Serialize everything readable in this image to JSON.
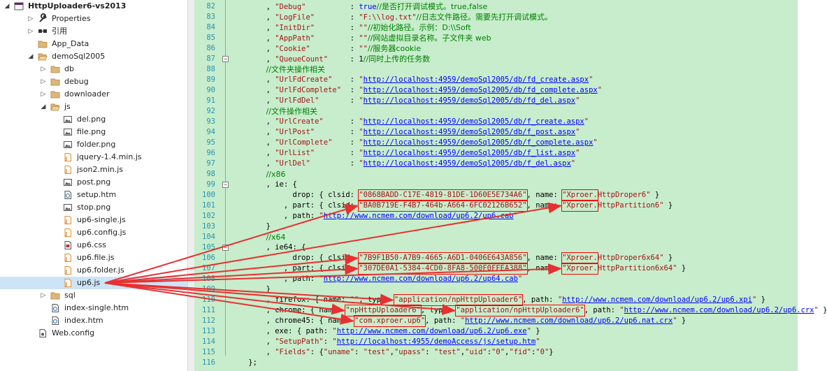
{
  "tree": [
    {
      "label": "HttpUploader6-vs2013",
      "depth": 0,
      "exp": "open",
      "icon": "solution-icon",
      "bold": true
    },
    {
      "label": "Properties",
      "depth": 1,
      "exp": "closed",
      "icon": "wrench-icon"
    },
    {
      "label": "引用",
      "depth": 1,
      "exp": "closed",
      "icon": "references-icon"
    },
    {
      "label": "App_Data",
      "depth": 1,
      "exp": "none",
      "icon": "folder-icon"
    },
    {
      "label": "demoSql2005",
      "depth": 1,
      "exp": "open",
      "icon": "folder-open-icon"
    },
    {
      "label": "db",
      "depth": 2,
      "exp": "closed",
      "icon": "folder-icon"
    },
    {
      "label": "debug",
      "depth": 2,
      "exp": "closed",
      "icon": "folder-icon"
    },
    {
      "label": "downloader",
      "depth": 2,
      "exp": "closed",
      "icon": "folder-icon"
    },
    {
      "label": "js",
      "depth": 2,
      "exp": "open",
      "icon": "folder-open-icon"
    },
    {
      "label": "del.png",
      "depth": 3,
      "exp": "none",
      "icon": "image-file-icon"
    },
    {
      "label": "file.png",
      "depth": 3,
      "exp": "none",
      "icon": "image-file-icon"
    },
    {
      "label": "folder.png",
      "depth": 3,
      "exp": "none",
      "icon": "image-file-icon"
    },
    {
      "label": "jquery-1.4.min.js",
      "depth": 3,
      "exp": "none",
      "icon": "js-file-icon"
    },
    {
      "label": "json2.min.js",
      "depth": 3,
      "exp": "none",
      "icon": "js-file-icon"
    },
    {
      "label": "post.png",
      "depth": 3,
      "exp": "none",
      "icon": "image-file-icon"
    },
    {
      "label": "setup.htm",
      "depth": 3,
      "exp": "none",
      "icon": "html-file-icon"
    },
    {
      "label": "stop.png",
      "depth": 3,
      "exp": "none",
      "icon": "image-file-icon"
    },
    {
      "label": "up6-single.js",
      "depth": 3,
      "exp": "none",
      "icon": "js-file-icon"
    },
    {
      "label": "up6.config.js",
      "depth": 3,
      "exp": "none",
      "icon": "js-file-icon"
    },
    {
      "label": "up6.css",
      "depth": 3,
      "exp": "none",
      "icon": "css-file-icon"
    },
    {
      "label": "up6.file.js",
      "depth": 3,
      "exp": "none",
      "icon": "js-file-icon"
    },
    {
      "label": "up6.folder.js",
      "depth": 3,
      "exp": "none",
      "icon": "js-file-icon"
    },
    {
      "label": "up6.js",
      "depth": 3,
      "exp": "none",
      "icon": "js-file-icon",
      "selected": true
    },
    {
      "label": "sql",
      "depth": 2,
      "exp": "closed",
      "icon": "folder-icon"
    },
    {
      "label": "index-single.htm",
      "depth": 2,
      "exp": "none",
      "icon": "html-file-icon"
    },
    {
      "label": "index.htm",
      "depth": 2,
      "exp": "none",
      "icon": "html-file-icon"
    },
    {
      "label": "Web.config",
      "depth": 1,
      "exp": "none",
      "icon": "config-file-icon"
    }
  ],
  "code": [
    {
      "n": "82",
      "h": "        , <span class=\"s\">\"Debug\"</span>          : <span class=\"k\">true</span><span class=\"c\">//是否打开调试模式。true,false</span>"
    },
    {
      "n": "83",
      "h": "        , <span class=\"s\">\"LogFile\"</span>        : <span class=\"s\">\"F:\\\\log.txt\"</span><span class=\"c\">//日志文件路径。需要先打开调试模式。</span>"
    },
    {
      "n": "84",
      "h": "        , <span class=\"s\">\"InitDir\"</span>        : <span class=\"s\">\"\"</span><span class=\"c\">//初始化路径。示例：D:\\\\Soft</span>"
    },
    {
      "n": "85",
      "h": "        , <span class=\"s\">\"AppPath\"</span>        : <span class=\"s\">\"\"</span><span class=\"c\">//网站虚拟目录名称。子文件夹 web</span>"
    },
    {
      "n": "86",
      "h": "        , <span class=\"s\">\"Cookie\"</span>         : <span class=\"s\">\"\"</span><span class=\"c\">//服务器cookie</span>"
    },
    {
      "n": "87",
      "h": "        , <span class=\"s\">\"QueueCount\"</span>     : 1<span class=\"c\">//同时上传的任务数</span>"
    },
    {
      "n": "88",
      "h": "        <span class=\"c\">//文件夹操作相关</span>"
    },
    {
      "n": "89",
      "h": "        , <span class=\"s\">\"UrlFdCreate\"</span>    : <span class=\"s\">\"<span class=\"u\">http://localhost:4959/demoSql2005/db/fd_create.aspx</span>\"</span>"
    },
    {
      "n": "90",
      "h": "        , <span class=\"s\">\"UrlFdComplete\"</span>  : <span class=\"s\">\"<span class=\"u\">http://localhost:4959/demoSql2005/db/fd_complete.aspx</span>\"</span>"
    },
    {
      "n": "91",
      "h": "        , <span class=\"s\">\"UrlFdDel\"</span>       : <span class=\"s\">\"<span class=\"u\">http://localhost:4959/demoSql2005/db/fd_del.aspx</span>\"</span>"
    },
    {
      "n": "92",
      "h": "        <span class=\"c\">//文件操作相关</span>"
    },
    {
      "n": "93",
      "h": "        , <span class=\"s\">\"UrlCreate\"</span>      : <span class=\"s\">\"<span class=\"u\">http://localhost:4959/demoSql2005/db/f_create.aspx</span>\"</span>"
    },
    {
      "n": "94",
      "h": "        , <span class=\"s\">\"UrlPost\"</span>        : <span class=\"s\">\"<span class=\"u\">http://localhost:4959/demoSql2005/db/f_post.aspx</span>\"</span>"
    },
    {
      "n": "95",
      "h": "        , <span class=\"s\">\"UrlComplete\"</span>    : <span class=\"s\">\"<span class=\"u\">http://localhost:4959/demoSql2005/db/f_complete.aspx</span>\"</span>"
    },
    {
      "n": "96",
      "h": "        , <span class=\"s\">\"UrlList\"</span>        : <span class=\"s\">\"<span class=\"u\">http://localhost:4959/demoSql2005/db/f_list.aspx</span>\"</span>"
    },
    {
      "n": "97",
      "h": "        , <span class=\"s\">\"UrlDel\"</span>         : <span class=\"s\">\"<span class=\"u\">http://localhost:4959/demoSql2005/db/f_del.aspx</span>\"</span>"
    },
    {
      "n": "98",
      "h": "        <span class=\"c\">//x86</span>"
    },
    {
      "n": "99",
      "h": "        , ie: {"
    },
    {
      "n": "100",
      "h": "              drop: { clsid: <span class=\"s\">\"0868BADD-C17E-4819-81DE-1D60E5E734A6\"</span>, name: <span class=\"s\">\"Xproer.HttpDroper6\"</span> }"
    },
    {
      "n": "101",
      "h": "            , part: { clsid: <span class=\"s\">\"BA0B719E-F4B7-464b-A664-6FC02126B652\"</span>, name: <span class=\"s\">\"Xproer.HttpPartition6\"</span> }"
    },
    {
      "n": "102",
      "h": "            , path: <span class=\"s\">\"<span class=\"u\">http://www.ncmem.com/download/up6.2/up6.cab</span>\"</span>"
    },
    {
      "n": "103",
      "h": "        }"
    },
    {
      "n": "104",
      "h": "        <span class=\"c\">//x64</span>"
    },
    {
      "n": "105",
      "h": "        , ie64: {"
    },
    {
      "n": "106",
      "h": "              drop: { clsid: <span class=\"s\">\"7B9F1B50-A7B9-4665-A6D1-0406E643A856\"</span>, name: <span class=\"s\">\"Xproer.HttpDroper6x64\"</span> }"
    },
    {
      "n": "107",
      "h": "            , part: { clsid: <span class=\"s\">\"307DE0A1-5384-4CD0-8FA8-500F0FFEA388\"</span>, name: <span class=\"s\">\"Xproer.HttpPartition6x64\"</span> }"
    },
    {
      "n": "108",
      "h": "            , path: <span class=\"s\">\"<span class=\"u\">http://www.ncmem.com/download/up6.2/up64.cab</span>\"</span>"
    },
    {
      "n": "109",
      "h": "        }"
    },
    {
      "n": "110",
      "h": "        , firefox: { name: <span class=\"s\">\"\"</span>, type: <span class=\"s\">\"application/npHttpUploader6\"</span>, path: <span class=\"s\">\"<span class=\"u\">http://www.ncmem.com/download/up6.2/up6.xpi</span>\"</span> }"
    },
    {
      "n": "111",
      "h": "        , chrome: { name: <span class=\"s\">\"npHttpUploader6\"</span>, type: <span class=\"s\">\"application/npHttpUploader6\"</span>, path: <span class=\"s\">\"<span class=\"u\">http://www.ncmem.com/download/up6.2/up6.crx</span>\"</span> }"
    },
    {
      "n": "112",
      "h": "        , chrome45: { name: <span class=\"s\">\"com.xproer.up6\"</span>, path: <span class=\"s\">\"<span class=\"u\">http://www.ncmem.com/download/up6.2/up6.nat.crx</span>\"</span> }"
    },
    {
      "n": "113",
      "h": "        , exe: { path: <span class=\"s\">\"<span class=\"u\">http://www.ncmem.com/download/up6.2/up6.exe</span>\"</span> }"
    },
    {
      "n": "114",
      "h": "        , <span class=\"s\">\"SetupPath\"</span>: <span class=\"s\">\"<span class=\"u\">http://localhost:4955/demoAccess/js/setup.htm</span>\"</span>"
    },
    {
      "n": "115",
      "h": "        , <span class=\"s\">\"Fields\"</span>: {<span class=\"s\">\"uname\"</span>: <span class=\"s\">\"test\"</span>,<span class=\"s\">\"upass\"</span>: <span class=\"s\">\"test\"</span>,<span class=\"s\">\"uid\"</span>:<span class=\"s\">\"0\"</span>,<span class=\"s\">\"fid\"</span>:<span class=\"s\">\"0\"</span>}"
    },
    {
      "n": "116",
      "h": "    };"
    }
  ],
  "colors": {
    "editor_bg": "#c7edcc",
    "highlight": "#ff0000",
    "selection": "#cce4f7",
    "line_numbers": "#2b91af"
  }
}
